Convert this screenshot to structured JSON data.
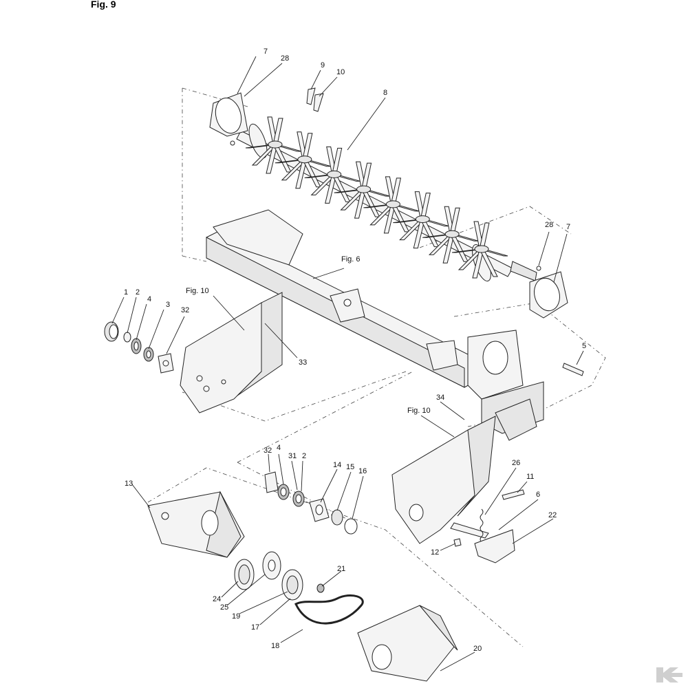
{
  "figure": {
    "title": "Fig. 9"
  },
  "refs": {
    "fig6": "Fig. 6",
    "fig10_left": "Fig. 10",
    "fig10_right": "Fig. 10"
  },
  "callouts": {
    "c7a": "7",
    "c28a": "28",
    "c9": "9",
    "c10": "10",
    "c8": "8",
    "c28b": "28",
    "c7b": "7",
    "c1": "1",
    "c2a": "2",
    "c4a": "4",
    "c3": "3",
    "c32a": "32",
    "c33": "33",
    "c5": "5",
    "c34": "34",
    "c32b": "32",
    "c4b": "4",
    "c31": "31",
    "c2b": "2",
    "c14": "14",
    "c15": "15",
    "c16": "16",
    "c26": "26",
    "c11": "11",
    "c6": "6",
    "c22": "22",
    "c12": "12",
    "c13": "13",
    "c21": "21",
    "c24": "24",
    "c25": "25",
    "c19": "19",
    "c17": "17",
    "c18": "18",
    "c20": "20"
  },
  "logo": {
    "name": "brand-logo",
    "color": "#cfcfcf"
  }
}
